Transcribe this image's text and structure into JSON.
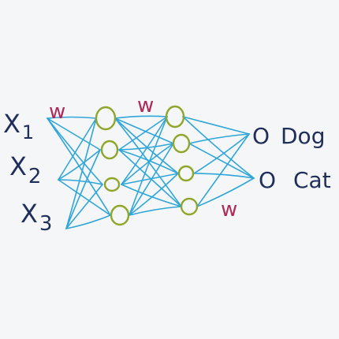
{
  "inputs": [
    {
      "letter": "X",
      "subscript": "1"
    },
    {
      "letter": "X",
      "subscript": "2"
    },
    {
      "letter": "X",
      "subscript": "3"
    }
  ],
  "outputs": [
    "Dog",
    "Cat"
  ],
  "output_node_glyph": "O",
  "weights": {
    "input_to_hidden1": "w",
    "hidden1_to_hidden2": "w",
    "hidden2_to_output": "w"
  },
  "layers": {
    "input_count": 3,
    "hidden1_count": 4,
    "hidden2_count": 4,
    "output_count": 2
  },
  "colors": {
    "background": "#f5f6f8",
    "connection": "#2fa6d9",
    "hidden_node": "#8fa62a",
    "ink": "#1f2f5a",
    "weight_label": "#b0285a"
  }
}
